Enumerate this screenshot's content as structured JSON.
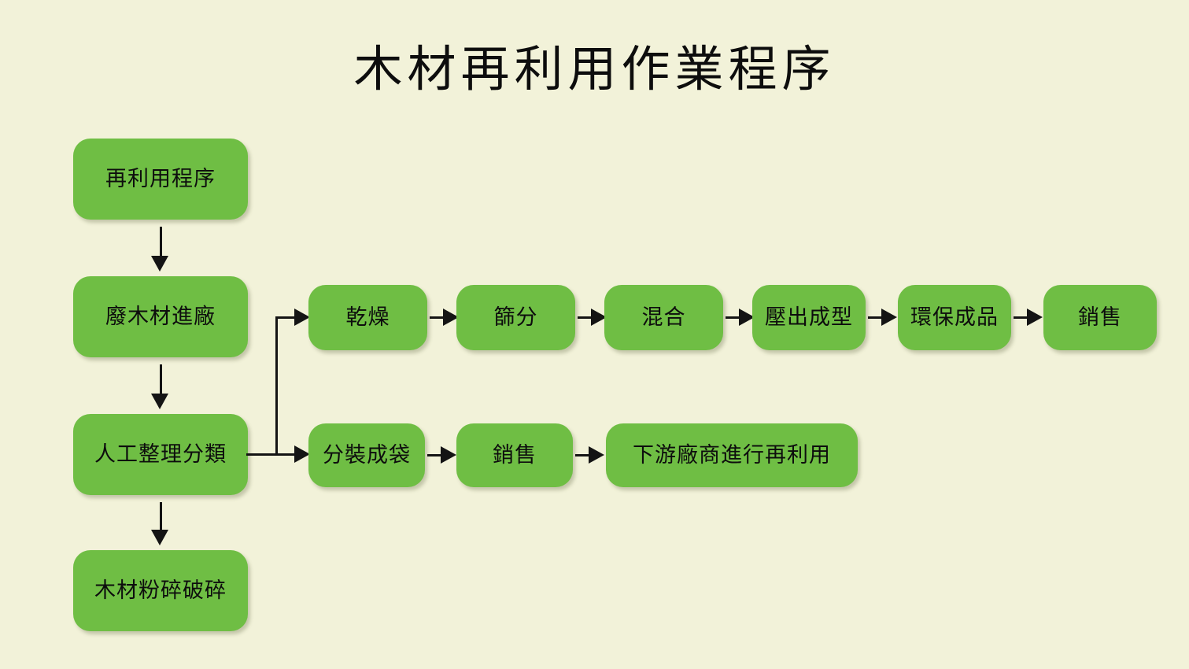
{
  "title": "木材再利用作業程序",
  "colors": {
    "background": "#f2f2d9",
    "node_fill": "#6fbe44",
    "text": "#0d0d0d",
    "connector": "#141414"
  },
  "flow": {
    "intake_column": [
      {
        "id": "reuse-procedure",
        "label": "再利用程序"
      },
      {
        "id": "waste-wood-intake",
        "label": "廢木材進廠"
      },
      {
        "id": "manual-sorting",
        "label": "人工整理分類"
      },
      {
        "id": "wood-crushing",
        "label": "木材粉碎破碎"
      }
    ],
    "branch_top": [
      {
        "id": "drying",
        "label": "乾燥"
      },
      {
        "id": "screening",
        "label": "篩分"
      },
      {
        "id": "mixing",
        "label": "混合"
      },
      {
        "id": "extrusion-forming",
        "label": "壓出成型"
      },
      {
        "id": "eco-product",
        "label": "環保成品"
      },
      {
        "id": "sales-top",
        "label": "銷售"
      }
    ],
    "branch_bottom": [
      {
        "id": "bagging",
        "label": "分裝成袋"
      },
      {
        "id": "sales-bottom",
        "label": "銷售"
      },
      {
        "id": "downstream-reuse",
        "label": "下游廠商進行再利用"
      }
    ]
  }
}
